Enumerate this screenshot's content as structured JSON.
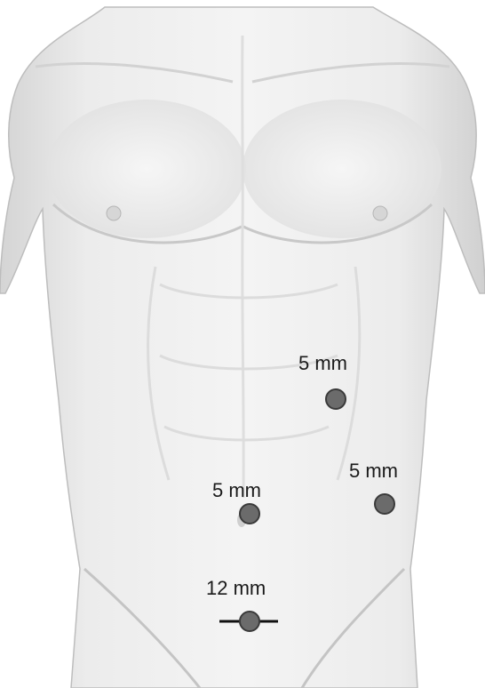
{
  "ports": [
    {
      "id": "upper-left",
      "label": "5 mm"
    },
    {
      "id": "left-flank",
      "label": "5 mm"
    },
    {
      "id": "paraumbilical",
      "label": "5 mm"
    },
    {
      "id": "suprapubic",
      "label": "12 mm"
    }
  ],
  "colors": {
    "port_fill": "#6b6b6b",
    "port_stroke": "#3a3a3a",
    "skin": "#efefef",
    "skin_shadow": "#d9d9d9",
    "outline": "#b5b5b5"
  }
}
